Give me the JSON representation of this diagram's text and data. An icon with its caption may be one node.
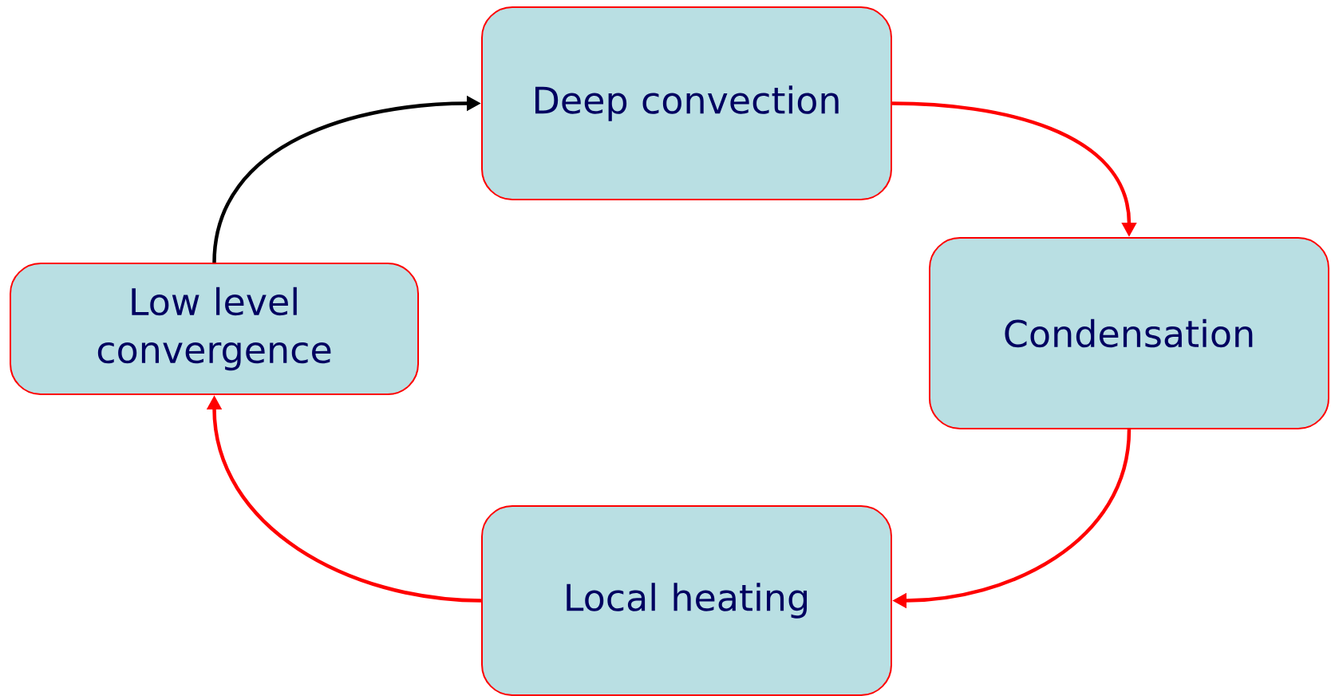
{
  "diagram": {
    "nodes": [
      {
        "text": [
          "Deep convection"
        ]
      },
      {
        "text": [
          "Condensation"
        ]
      },
      {
        "text": [
          "Local heating"
        ]
      },
      {
        "text": [
          "Low level convergence"
        ]
      }
    ],
    "edges": [
      {
        "from": 3,
        "to": 0,
        "arrow": "to",
        "color": "#000000"
      },
      {
        "from": 0,
        "to": 1,
        "arrow": "to"
      },
      {
        "from": 1,
        "to": 2,
        "arrow": "to"
      },
      {
        "from": 2,
        "to": 3,
        "arrow": "to"
      }
    ]
  }
}
